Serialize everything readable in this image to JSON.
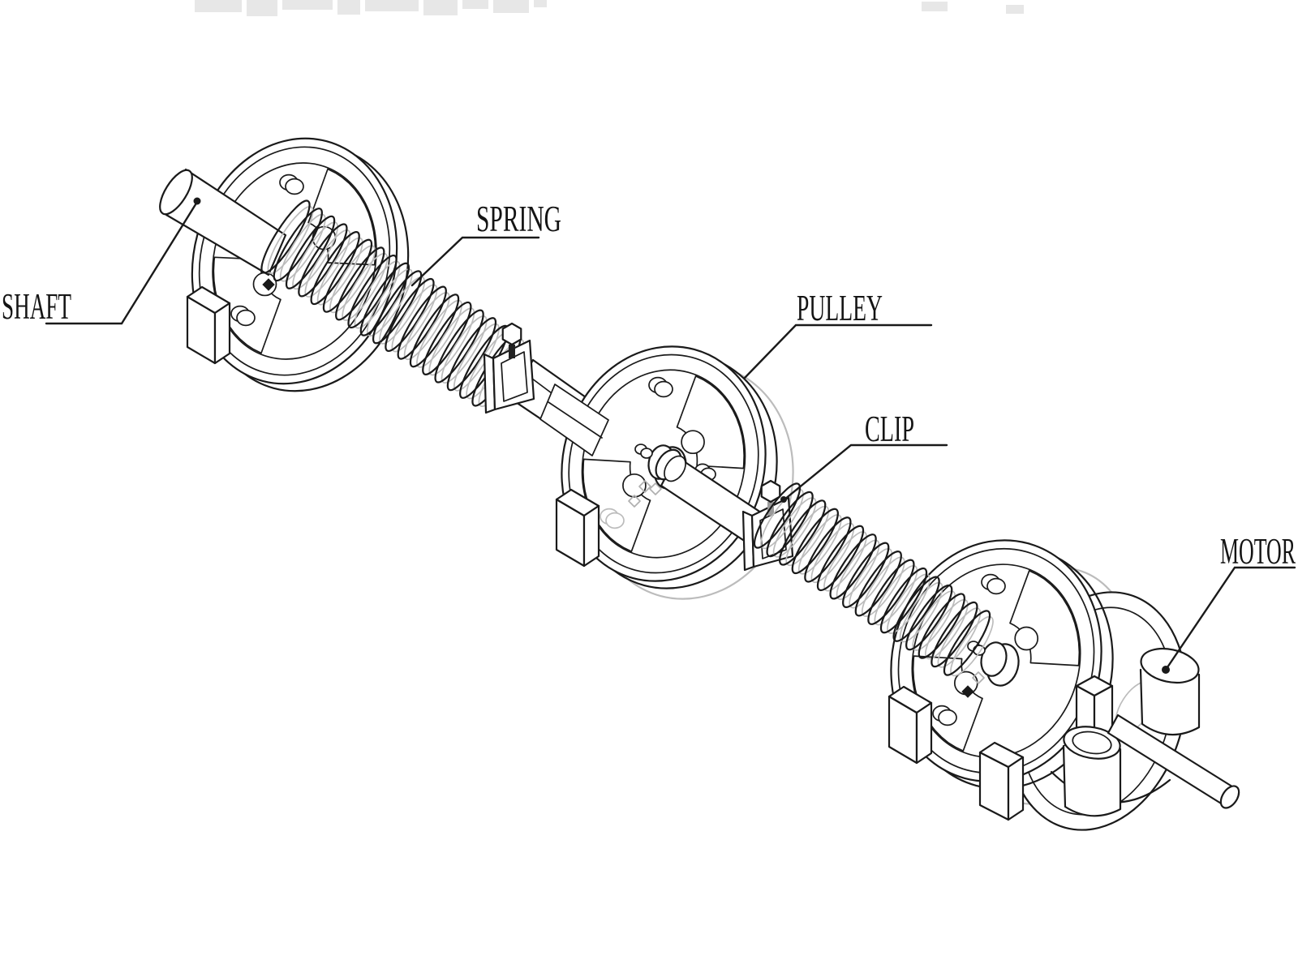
{
  "diagram": {
    "labels": {
      "shaft": "SHAFT",
      "spring": "SPRING",
      "pulley": "PULLEY",
      "clip": "CLIP",
      "motor": "MOTOR"
    },
    "colors": {
      "background": "#ffffff",
      "line": "#1a1a1a",
      "hidden_line": "#bcbcbc",
      "label_text": "#141414"
    }
  }
}
